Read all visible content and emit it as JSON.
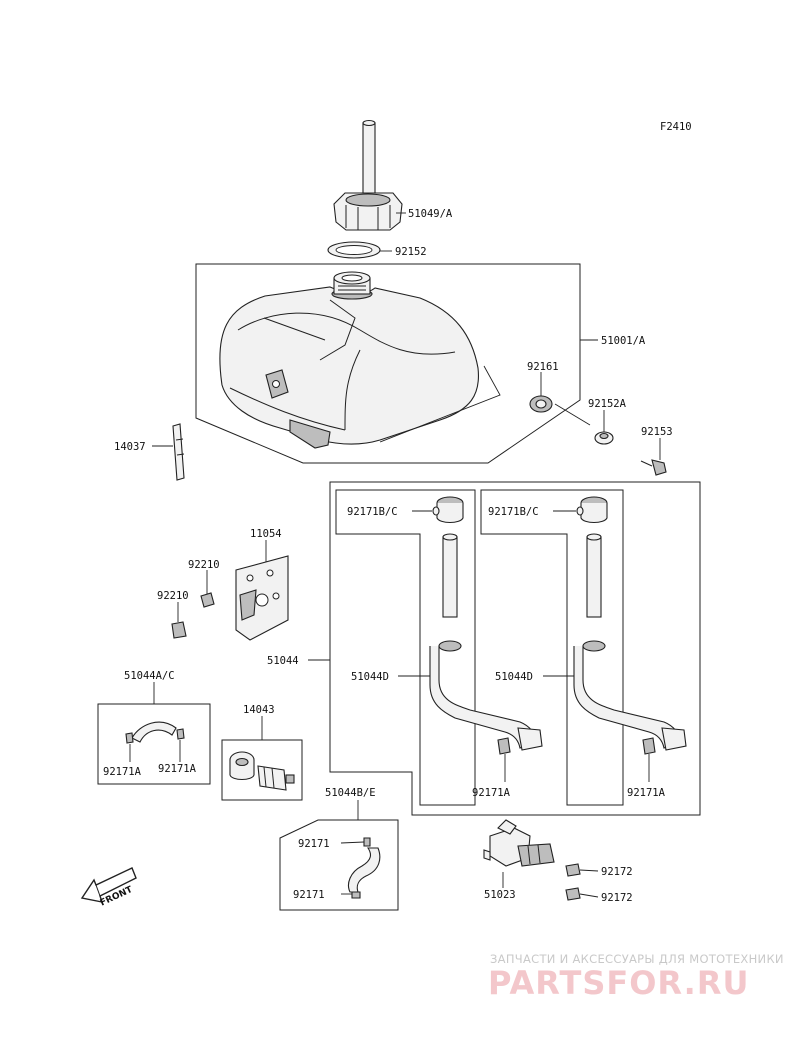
{
  "diagram": {
    "code": "F2410",
    "front_label": "FRONT",
    "parts": {
      "p51049": "51049/A",
      "p92152": "92152",
      "p51001": "51001/A",
      "p92161": "92161",
      "p92152A": "92152A",
      "p92153": "92153",
      "p14037": "14037",
      "p11054": "11054",
      "p92210a": "92210",
      "p92210b": "92210",
      "p51044": "51044",
      "p92171BC_l": "92171B/C",
      "p92171BC_r": "92171B/C",
      "p51044D_l": "51044D",
      "p51044D_r": "51044D",
      "p92171A_l": "92171A",
      "p92171A_r": "92171A",
      "p51044AC": "51044A/C",
      "p92171A_a": "92171A",
      "p92171A_b": "92171A",
      "p14043": "14043",
      "p51044BE": "51044B/E",
      "p92171_a": "92171",
      "p92171_b": "92171",
      "p51023": "51023",
      "p92172_a": "92172",
      "p92172_b": "92172"
    }
  },
  "watermark": {
    "tagline": "ЗАПЧАСТИ И АКСЕССУАРЫ ДЛЯ МОТОТЕХНИКИ",
    "logo": "PARTSFOR.RU"
  }
}
